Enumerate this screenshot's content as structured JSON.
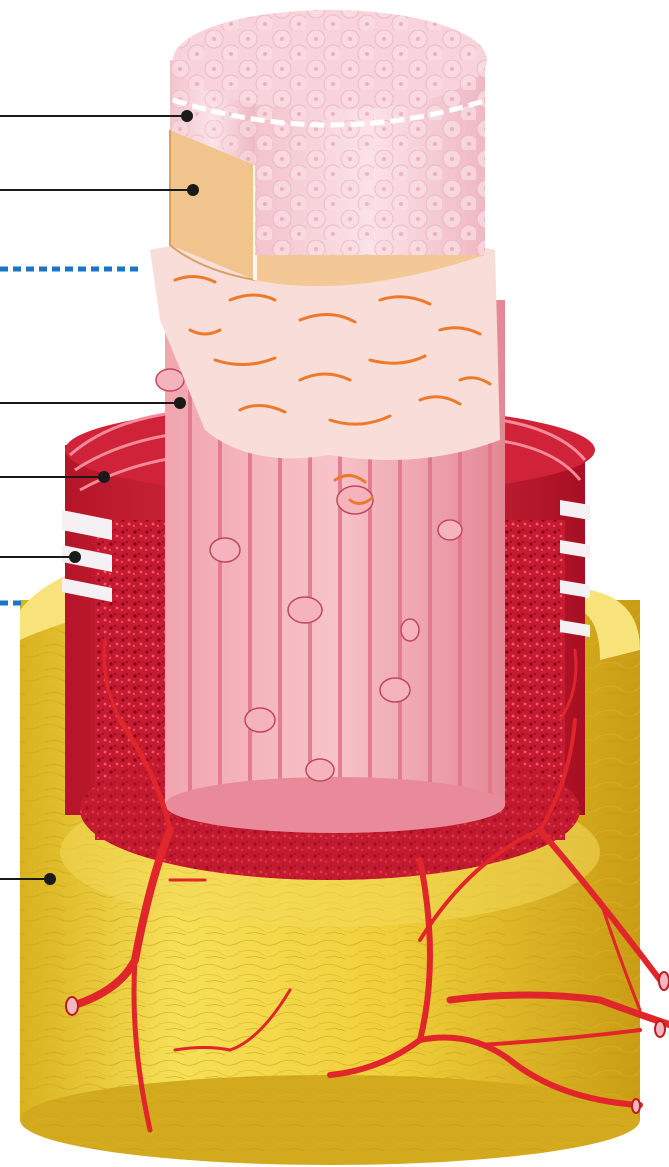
{
  "diagram": {
    "subject": "blood-vessel-wall-cross-section",
    "colors": {
      "background": "#ffffff",
      "endothelium": "#f6cfd8",
      "basement_membrane": "#f3c48f",
      "connective_tissue": "#f5d6d2",
      "elastic_fibers": "#ee7a2c",
      "smooth_muscle_stripes": "#f08c9c",
      "media": "#d8263a",
      "adventitia": "#f1d443",
      "blood_vessels": "#e0262a",
      "leader_line": "#1a1a1a",
      "dotted_guide": "#1a74c9"
    },
    "leader_lines": [
      {
        "id": "endothelium",
        "style": "solid"
      },
      {
        "id": "basement-membrane",
        "style": "solid"
      },
      {
        "id": "intima-boundary",
        "style": "dotted"
      },
      {
        "id": "smooth-muscle-longitudinal",
        "style": "solid"
      },
      {
        "id": "smooth-muscle-circular",
        "style": "solid"
      },
      {
        "id": "external-elastic-lamina",
        "style": "solid"
      },
      {
        "id": "media-boundary",
        "style": "dotted"
      },
      {
        "id": "adventitia",
        "style": "solid"
      }
    ]
  }
}
